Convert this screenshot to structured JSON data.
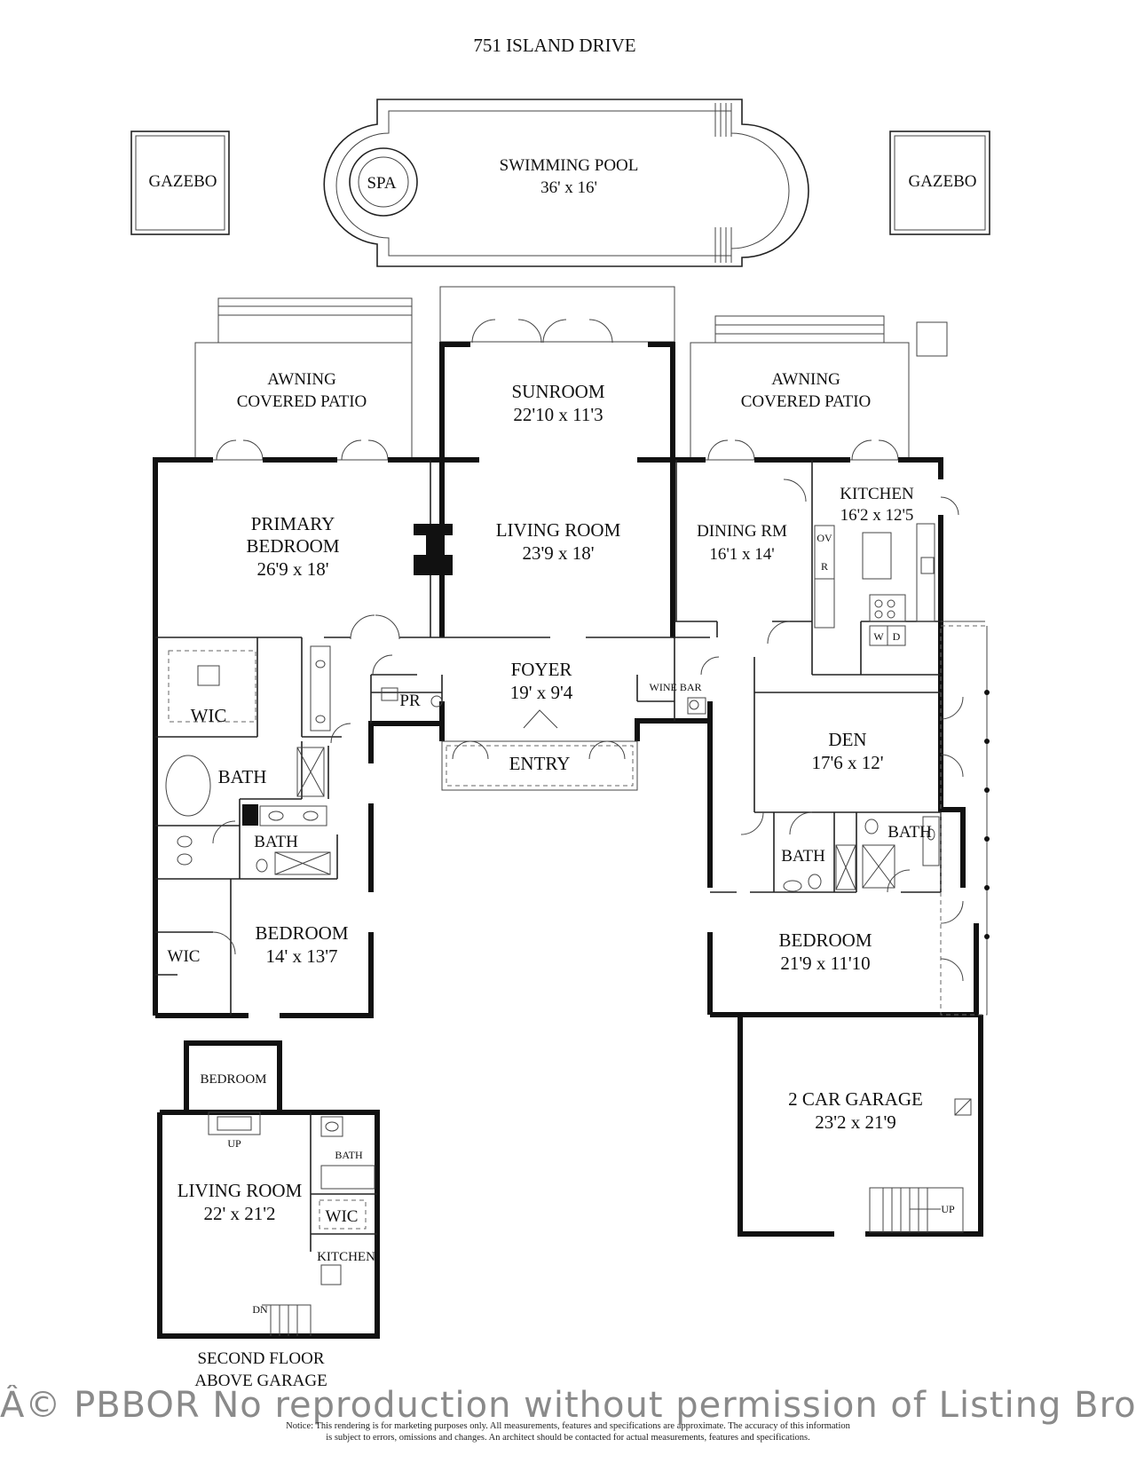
{
  "title": "751 ISLAND DRIVE",
  "rooms": {
    "gazebo_left": "GAZEBO",
    "gazebo_right": "GAZEBO",
    "spa": "SPA",
    "pool_name": "SWIMMING POOL",
    "pool_size": "36' x 16'",
    "patio_left_1": "AWNING",
    "patio_left_2": "COVERED PATIO",
    "patio_right_1": "AWNING",
    "patio_right_2": "COVERED PATIO",
    "sunroom_name": "SUNROOM",
    "sunroom_size": "22'10 x 11'3",
    "primary_1": "PRIMARY",
    "primary_2": "BEDROOM",
    "primary_size": "26'9 x 18'",
    "living_name": "LIVING ROOM",
    "living_size": "23'9 x 18'",
    "dining_name": "DINING RM",
    "dining_size": "16'1 x 14'",
    "kitchen_name": "KITCHEN",
    "kitchen_size": "16'2 x 12'5",
    "ov": "OV",
    "r": "R",
    "w": "W",
    "d": "D",
    "foyer_name": "FOYER",
    "foyer_size": "19' x 9'4",
    "pr": "PR",
    "wine_bar": "WINE BAR",
    "entry": "ENTRY",
    "wic_primary": "WIC",
    "bath_primary": "BATH",
    "bath_small": "BATH",
    "den_name": "DEN",
    "den_size": "17'6 x 12'",
    "bath_den_1": "BATH",
    "bath_den_2": "BATH",
    "bedroom_left_name": "BEDROOM",
    "bedroom_left_size": "14' x 13'7",
    "wic_left": "WIC",
    "bedroom_right_name": "BEDROOM",
    "bedroom_right_size": "21'9 x 11'10",
    "garage_name": "2 CAR GARAGE",
    "garage_size": "23'2 x 21'9",
    "garage_up": "UP",
    "sf_bedroom": "BEDROOM",
    "sf_up": "UP",
    "sf_living_name": "LIVING ROOM",
    "sf_living_size": "22' x 21'2",
    "sf_bath": "BATH",
    "sf_wic": "WIC",
    "sf_kitchen": "KITCHEN",
    "sf_dn": "DN",
    "second_floor_1": "SECOND FLOOR",
    "second_floor_2": "ABOVE GARAGE"
  },
  "watermark": "Â© PBBOR No reproduction without permission of Listing Brok",
  "notice_line1": "Notice: This rendering is for marketing purposes only. All measurements, features and specifications are approximate. The accuracy of this information",
  "notice_line2": "is subject to errors, omissions and changes. An architect should be contacted for actual measurements, features and specifications."
}
